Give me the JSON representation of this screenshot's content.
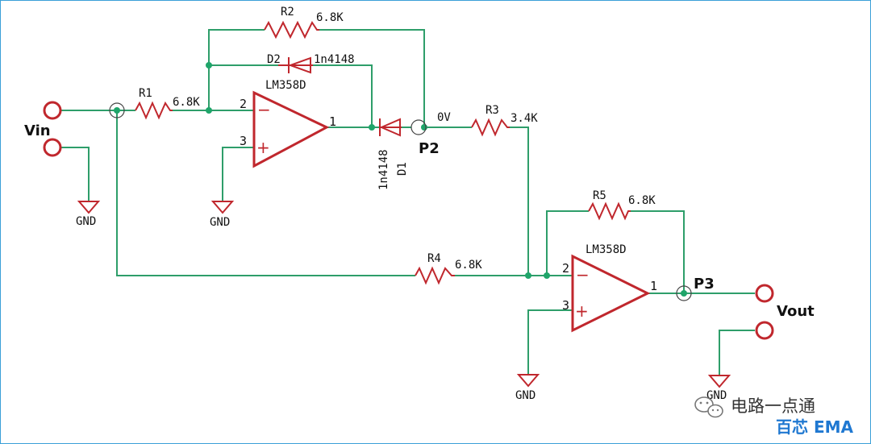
{
  "components": {
    "r1": {
      "ref": "R1",
      "value": "6.8K"
    },
    "r2": {
      "ref": "R2",
      "value": "6.8K"
    },
    "r3": {
      "ref": "R3",
      "value": "3.4K"
    },
    "r4": {
      "ref": "R4",
      "value": "6.8K"
    },
    "r5": {
      "ref": "R5",
      "value": "6.8K"
    },
    "d1": {
      "ref": "D1",
      "value": "1n4148"
    },
    "d2": {
      "ref": "D2",
      "value": "1n4148"
    },
    "u1": {
      "ref": "LM358D",
      "pin_inv": "2",
      "pin_noninv": "3",
      "pin_out": "1",
      "minus": "−",
      "plus": "+"
    },
    "u2": {
      "ref": "LM358D",
      "pin_inv": "2",
      "pin_noninv": "3",
      "pin_out": "1",
      "minus": "−",
      "plus": "+"
    }
  },
  "nets": {
    "vin": "Vin",
    "vout": "Vout",
    "gnd": "GND",
    "p2": "P2",
    "p3": "P3",
    "p2_voltage": "0V"
  },
  "watermark": {
    "line1": "电路一点通",
    "line2": "百芯 EMA"
  },
  "colors": {
    "wire": "#2e9e6a",
    "component": "#c0272d",
    "node": "#1fa56a",
    "border": "#3aa0d8"
  }
}
